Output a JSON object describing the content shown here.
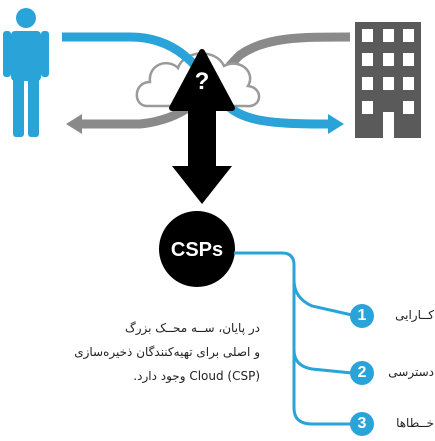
{
  "diagram": {
    "question_mark": "?",
    "csps_label": "CSPs",
    "description_lines": [
      "در پایان، ســه محــک بزرگ",
      "و اصلی برای تهیه‌کنندگان ذخیره‌سازی",
      "Cloud (CSP) وجود دارد."
    ],
    "items": [
      {
        "number": "1",
        "label": "کــارایی"
      },
      {
        "number": "2",
        "label": "دسترسی"
      },
      {
        "number": "3",
        "label": "خــطاها"
      }
    ],
    "colors": {
      "accent_blue": "#2aa4d8",
      "arrow_gray": "#8a8a8a",
      "building_gray": "#5a5a5a",
      "black": "#000000"
    }
  }
}
